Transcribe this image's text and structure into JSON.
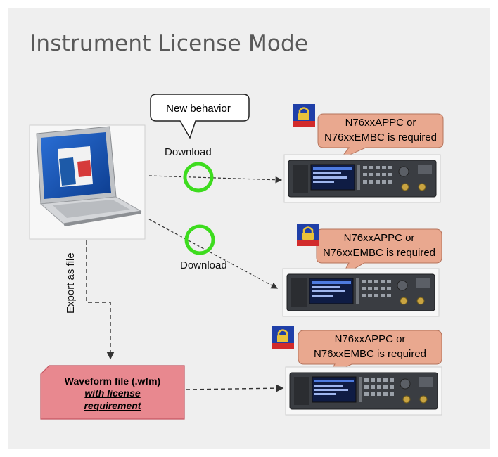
{
  "title": "Instrument License Mode",
  "bubble": {
    "text": "New behavior"
  },
  "labels": {
    "download_1": "Download",
    "download_2": "Download",
    "export": "Export as file"
  },
  "callouts": [
    {
      "line1": "N76xxAPPC or",
      "line2": "N76xxEMBC is required"
    },
    {
      "line1": "N76xxAPPC or",
      "line2": "N76xxEMBC is required"
    },
    {
      "line1": "N76xxAPPC or",
      "line2": "N76xxEMBC is required"
    }
  ],
  "waveform_file": {
    "title": "Waveform file (.wfm)",
    "sub_line1": "with license",
    "sub_line2": "requirement"
  },
  "icons": {
    "laptop": "laptop-icon",
    "lock": "lock-icon",
    "instrument": "signal-generator-icon"
  },
  "colors": {
    "callout_fill": "#e9a88f",
    "callout_stroke": "#b5735b",
    "highlight_ring": "#3ddc1e",
    "wfm_fill": "#e8888f",
    "lock_blue": "#1f3fa8",
    "lock_red": "#d22b2b"
  }
}
